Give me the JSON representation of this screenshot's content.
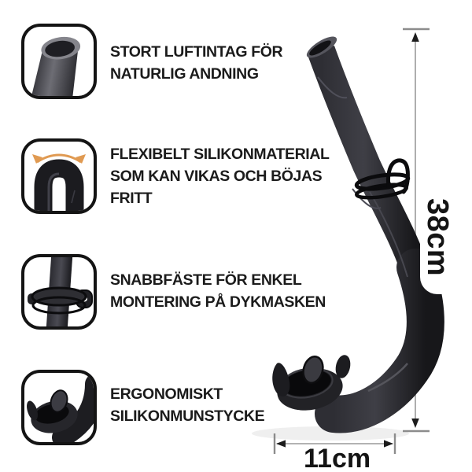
{
  "features": [
    {
      "icon": "tube-opening-icon",
      "lines": [
        "STORT LUFTINTAG FÖR",
        "NATURLIG ANDNING"
      ]
    },
    {
      "icon": "flexible-fold-icon",
      "lines": [
        "FLEXIBELT SILIKONMATERIAL",
        "SOM KAN VIKAS OCH BÖJAS",
        "FRITT"
      ]
    },
    {
      "icon": "quick-clip-icon",
      "lines": [
        "SNABBFÄSTE FÖR ENKEL",
        "MONTERING PÅ DYKMASKEN"
      ]
    },
    {
      "icon": "mouthpiece-icon",
      "lines": [
        "ERGONOMISKT",
        "SILIKONMUNSTYCKE"
      ]
    }
  ],
  "dimensions": {
    "height": "38cm",
    "width": "11cm"
  },
  "colors": {
    "text": "#1b1b1b",
    "flex_arrow_accent": "#e09a52",
    "product_black": "#232327",
    "dimension_line": "#9a9a9a",
    "icon_border": "#141414"
  }
}
